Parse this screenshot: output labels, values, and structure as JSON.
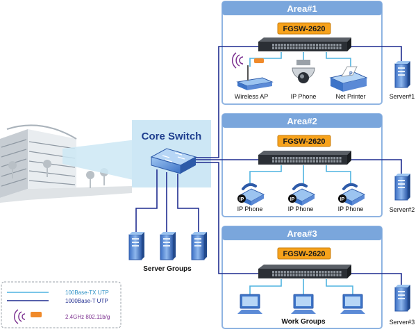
{
  "core": {
    "title": "Core Switch"
  },
  "areas": [
    {
      "title": "Area#1",
      "switch_label": "FGSW-2620",
      "devices": [
        "Wireless AP",
        "IP Camera",
        "Net Printer"
      ],
      "server": "Server#1"
    },
    {
      "title": "Area#2",
      "switch_label": "FGSW-2620",
      "devices": [
        "IP Phone",
        "IP Phone",
        "IP Phone"
      ],
      "server": "Server#2"
    },
    {
      "title": "Area#3",
      "switch_label": "FGSW-2620",
      "devices": [],
      "group_label": "Work Groups",
      "server": "Server#3"
    }
  ],
  "server_groups": {
    "label": "Server Groups"
  },
  "legend": {
    "tx": "100Base-TX UTP",
    "t": "1000Base-T UTP",
    "wifi": "2.4GHz 802.11b/g"
  },
  "colors": {
    "area_header": "#7aa6dc",
    "area_border": "#8fb4e2",
    "switch_label_bg": "#f7a21b",
    "tx_line": "#4fb3e0",
    "t_line": "#1f2c8f",
    "core_panel": "#cde7f5",
    "core_title": "#1f3f8f"
  },
  "icons": {
    "switch": "rack-switch-icon",
    "core": "core-switch-icon",
    "server": "server-tower-icon",
    "phone": "ip-phone-icon",
    "pc": "desktop-pc-icon",
    "ap": "wireless-ap-icon",
    "camera": "dome-camera-icon",
    "printer": "printer-icon",
    "building": "office-building-icon"
  }
}
